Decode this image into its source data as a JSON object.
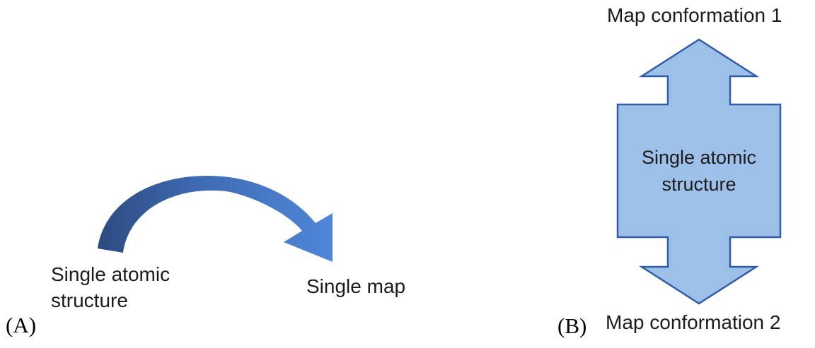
{
  "panel_a": {
    "label": "(A)",
    "structure_line1": "Single atomic",
    "structure_line2": "structure",
    "map_label": "Single map"
  },
  "panel_b": {
    "label": "(B)",
    "top_label": "Map conformation 1",
    "bottom_label": "Map conformation 2",
    "structure_line1": "Single atomic",
    "structure_line2": "structure"
  },
  "colors": {
    "curved_arrow_start": "#2d4a80",
    "curved_arrow_mid": "#3f6cb5",
    "curved_arrow_end": "#5086d8",
    "double_arrow_fill": "#9cc0e8",
    "double_arrow_stroke": "#2f5ea6",
    "text": "#1c1c1c"
  }
}
